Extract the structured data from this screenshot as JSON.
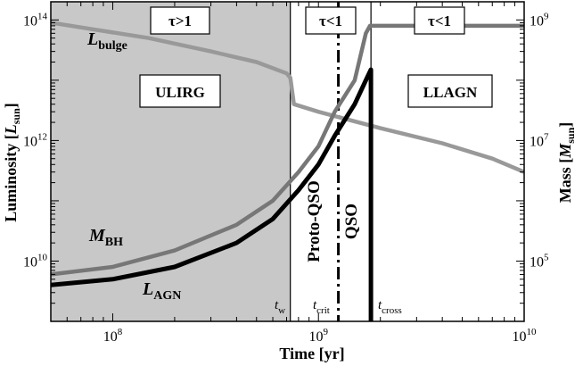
{
  "chart_data": {
    "type": "line",
    "title": "",
    "xlabel": "Time  [yr]",
    "ylabel_left": "Luminosity [L_sun]",
    "ylabel_right": "Mass [M_sun]",
    "x_scale": "log",
    "y_scale": "log",
    "xlim": [
      50000000,
      10000000000
    ],
    "ylim_left": [
      1000000000,
      200000000000000
    ],
    "ylim_right": [
      10000,
      2000000000
    ],
    "x_ticks": [
      {
        "label": "10^8",
        "value": 100000000
      },
      {
        "label": "10^9",
        "value": 1000000000
      },
      {
        "label": "10^10",
        "value": 10000000000
      }
    ],
    "y_ticks_left": [
      {
        "label": "10^10",
        "value": 10000000000
      },
      {
        "label": "10^12",
        "value": 1000000000000
      },
      {
        "label": "10^14",
        "value": 100000000000000
      }
    ],
    "y_ticks_right": [
      {
        "label": "10^5",
        "value": 100000
      },
      {
        "label": "10^7",
        "value": 10000000
      },
      {
        "label": "10^9",
        "value": 1000000000
      }
    ],
    "optical_depth_labels": [
      "τ>1",
      "τ<1",
      "τ<1"
    ],
    "regions": [
      {
        "label": "ULIRG",
        "x_start": 50000000,
        "x_end": 730000000,
        "shaded": true
      },
      {
        "label": "LLAGN",
        "x_start": 1800000000,
        "x_end": 10000000000,
        "shaded": false
      }
    ],
    "phase_labels": [
      "Proto-QSO",
      "QSO"
    ],
    "time_markers": [
      {
        "label": "t_w",
        "x": 730000000,
        "style": "solid"
      },
      {
        "label": "t_crit",
        "x": 1250000000,
        "style": "dashdot"
      },
      {
        "label": "t_cross",
        "x": 1800000000,
        "style": "solid"
      }
    ],
    "series": [
      {
        "name": "L_bulge",
        "axis": "left",
        "color": "#999999",
        "x": [
          50000000,
          80000000,
          150000000,
          300000000,
          500000000,
          700000000,
          730000000,
          760000000,
          1000000000,
          2000000000,
          4000000000,
          7000000000,
          10000000000
        ],
        "y": [
          90000000000000,
          70000000000000,
          50000000000000,
          30000000000000,
          20000000000000,
          13000000000000,
          11000000000000,
          4000000000000,
          3000000000000,
          1600000000000,
          900000000000,
          500000000000,
          300000000000
        ]
      },
      {
        "name": "M_BH",
        "axis": "right",
        "color": "#777777",
        "x": [
          50000000,
          100000000,
          200000000,
          400000000,
          600000000,
          800000000,
          1000000000,
          1200000000,
          1500000000,
          1700000000,
          1780000000,
          2000000000,
          5000000000,
          10000000000
        ],
        "y": [
          60000,
          80000,
          150000,
          400000,
          1000000,
          3000000,
          8000000,
          30000000,
          100000000,
          600000000,
          800000000,
          800000000,
          800000000,
          800000000
        ]
      },
      {
        "name": "L_AGN",
        "axis": "left",
        "color": "#000000",
        "x": [
          50000000,
          100000000,
          200000000,
          400000000,
          600000000,
          800000000,
          1000000000,
          1200000000,
          1500000000,
          1700000000,
          1800000000,
          1800000000
        ],
        "y": [
          4000000000,
          5000000000,
          8000000000,
          20000000000,
          50000000000,
          150000000000,
          400000000000,
          1200000000000,
          4000000000000,
          10000000000000,
          15000000000000,
          1000000000
        ]
      }
    ]
  }
}
